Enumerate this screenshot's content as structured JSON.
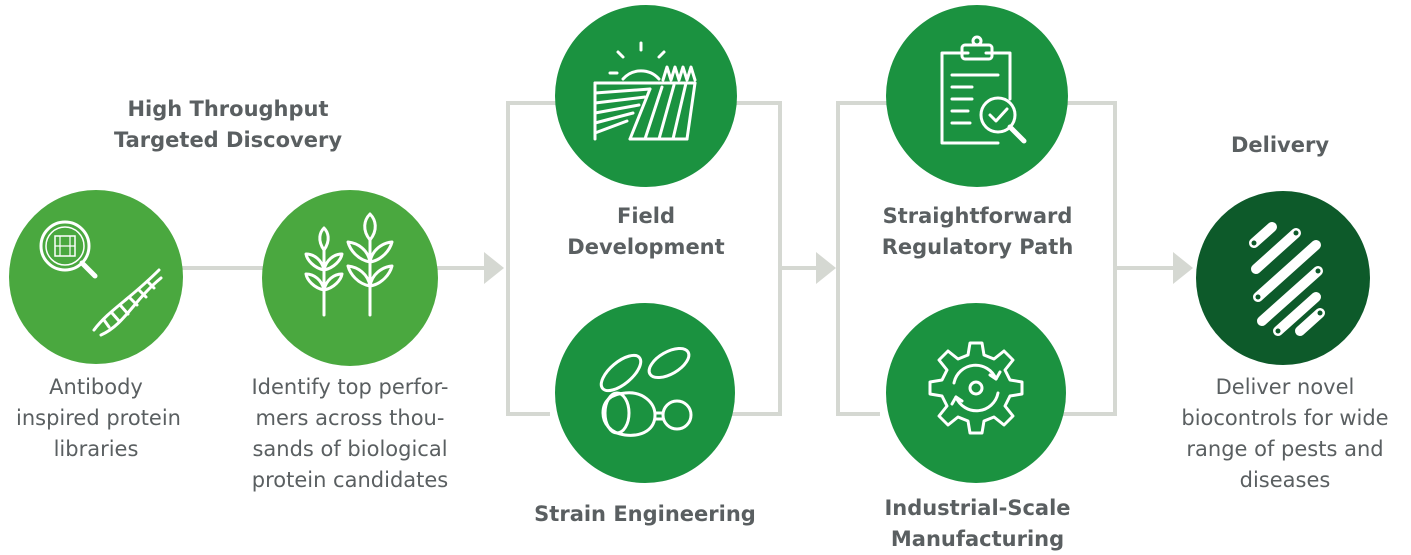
{
  "colors": {
    "light_green": "#4aa83f",
    "mid_green": "#1b9240",
    "dark_green": "#0d5a2a",
    "connector": "#d5d8d2",
    "text": "#5a5f61"
  },
  "discovery": {
    "title_lines": [
      "High Throughput",
      "Targeted Discovery"
    ],
    "antibody": {
      "icon": "magnifier-dna-icon",
      "desc_lines": [
        "Antibody",
        "inspired protein",
        "libraries"
      ]
    },
    "performers": {
      "icon": "plant-sprouts-icon",
      "desc_lines": [
        "Identify top perfor-",
        "mers across thou-",
        "sands of biological",
        "protein candidates"
      ]
    }
  },
  "field": {
    "icon": "field-sun-icon",
    "title_lines": [
      "Field",
      "Development"
    ]
  },
  "strain": {
    "icon": "microbe-cells-icon",
    "title": "Strain Engineering"
  },
  "regulatory": {
    "icon": "clipboard-check-icon",
    "title_lines": [
      "Straightforward",
      "Regulatory Path"
    ]
  },
  "manufacturing": {
    "icon": "gear-cycle-icon",
    "title_lines": [
      "Industrial-Scale",
      "Manufacturing"
    ]
  },
  "delivery": {
    "icon": "molecule-chains-icon",
    "title": "Delivery",
    "desc_lines": [
      "Deliver novel",
      "biocontrols for wide",
      "range of pests and",
      "diseases"
    ]
  }
}
